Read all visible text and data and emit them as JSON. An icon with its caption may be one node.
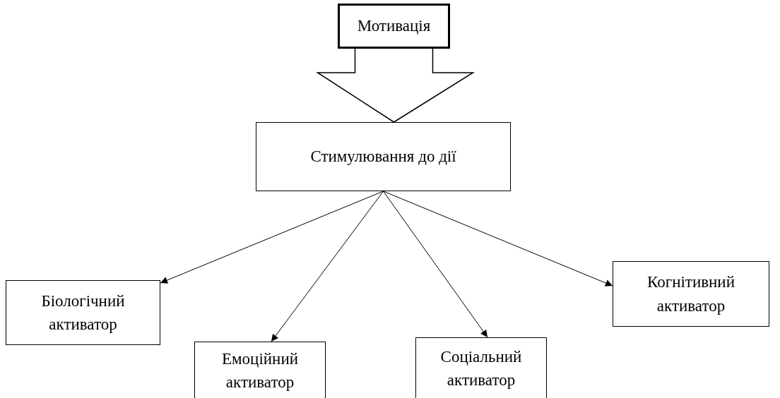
{
  "diagram": {
    "nodes": [
      {
        "text": [
          "Мотивація"
        ]
      },
      {
        "text": [
          "Стимулювання до дії"
        ]
      },
      {
        "text": [
          "Біологічний активатор"
        ]
      },
      {
        "text": [
          "Емоційний активатор"
        ]
      },
      {
        "text": [
          "Соціальний активатор"
        ]
      },
      {
        "text": [
          "Когнітивний активатор"
        ]
      }
    ],
    "edges": [
      {
        "from": 0,
        "to": 1,
        "arrow": "to",
        "style": "thick"
      },
      {
        "from": 1,
        "to": 2,
        "arrow": "to"
      },
      {
        "from": 1,
        "to": 3,
        "arrow": "to"
      },
      {
        "from": 1,
        "to": 4,
        "arrow": "to"
      },
      {
        "from": 1,
        "to": 5,
        "arrow": "to"
      }
    ]
  }
}
